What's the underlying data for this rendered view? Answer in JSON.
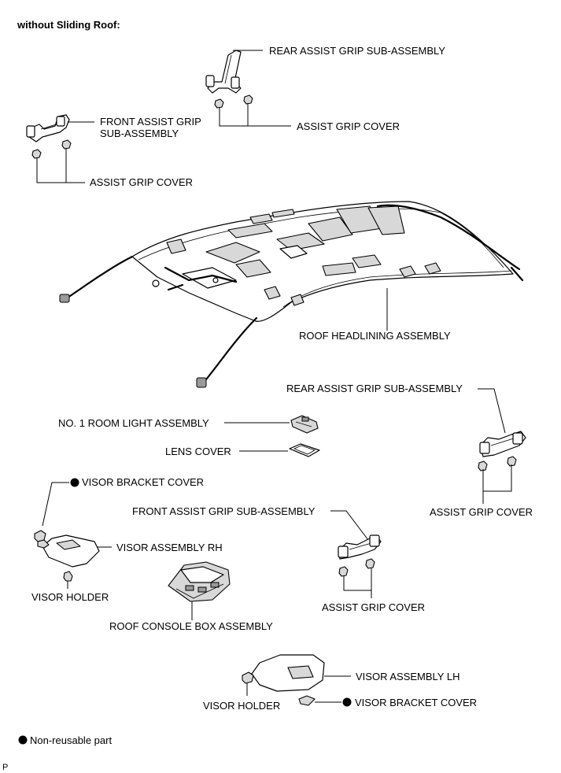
{
  "title": "without Sliding Roof:",
  "labels": {
    "rear_grip_top": "REAR ASSIST GRIP SUB-ASSEMBLY",
    "grip_cover_top_right": "ASSIST GRIP COVER",
    "front_grip_top_line1": "FRONT ASSIST GRIP",
    "front_grip_top_line2": "SUB-ASSEMBLY",
    "grip_cover_top_left": "ASSIST GRIP COVER",
    "headlining": "ROOF HEADLINING ASSEMBLY",
    "rear_grip_bottom": "REAR ASSIST GRIP SUB-ASSEMBLY",
    "room_light": "NO. 1 ROOM LIGHT ASSEMBLY",
    "lens_cover": "LENS COVER",
    "visor_bracket_cover_rh": "VISOR BRACKET COVER",
    "grip_cover_bottom_right": "ASSIST GRIP COVER",
    "front_grip_bottom": "FRONT ASSIST GRIP SUB-ASSEMBLY",
    "visor_rh": "VISOR ASSEMBLY RH",
    "visor_holder_rh": "VISOR HOLDER",
    "grip_cover_bottom_mid": "ASSIST GRIP COVER",
    "console_box": "ROOF CONSOLE BOX ASSEMBLY",
    "visor_lh": "VISOR ASSEMBLY LH",
    "visor_holder_lh": "VISOR HOLDER",
    "visor_bracket_cover_lh": "VISOR BRACKET COVER"
  },
  "legend": {
    "non_reusable": "Non-reusable part"
  },
  "footer_code": "P"
}
